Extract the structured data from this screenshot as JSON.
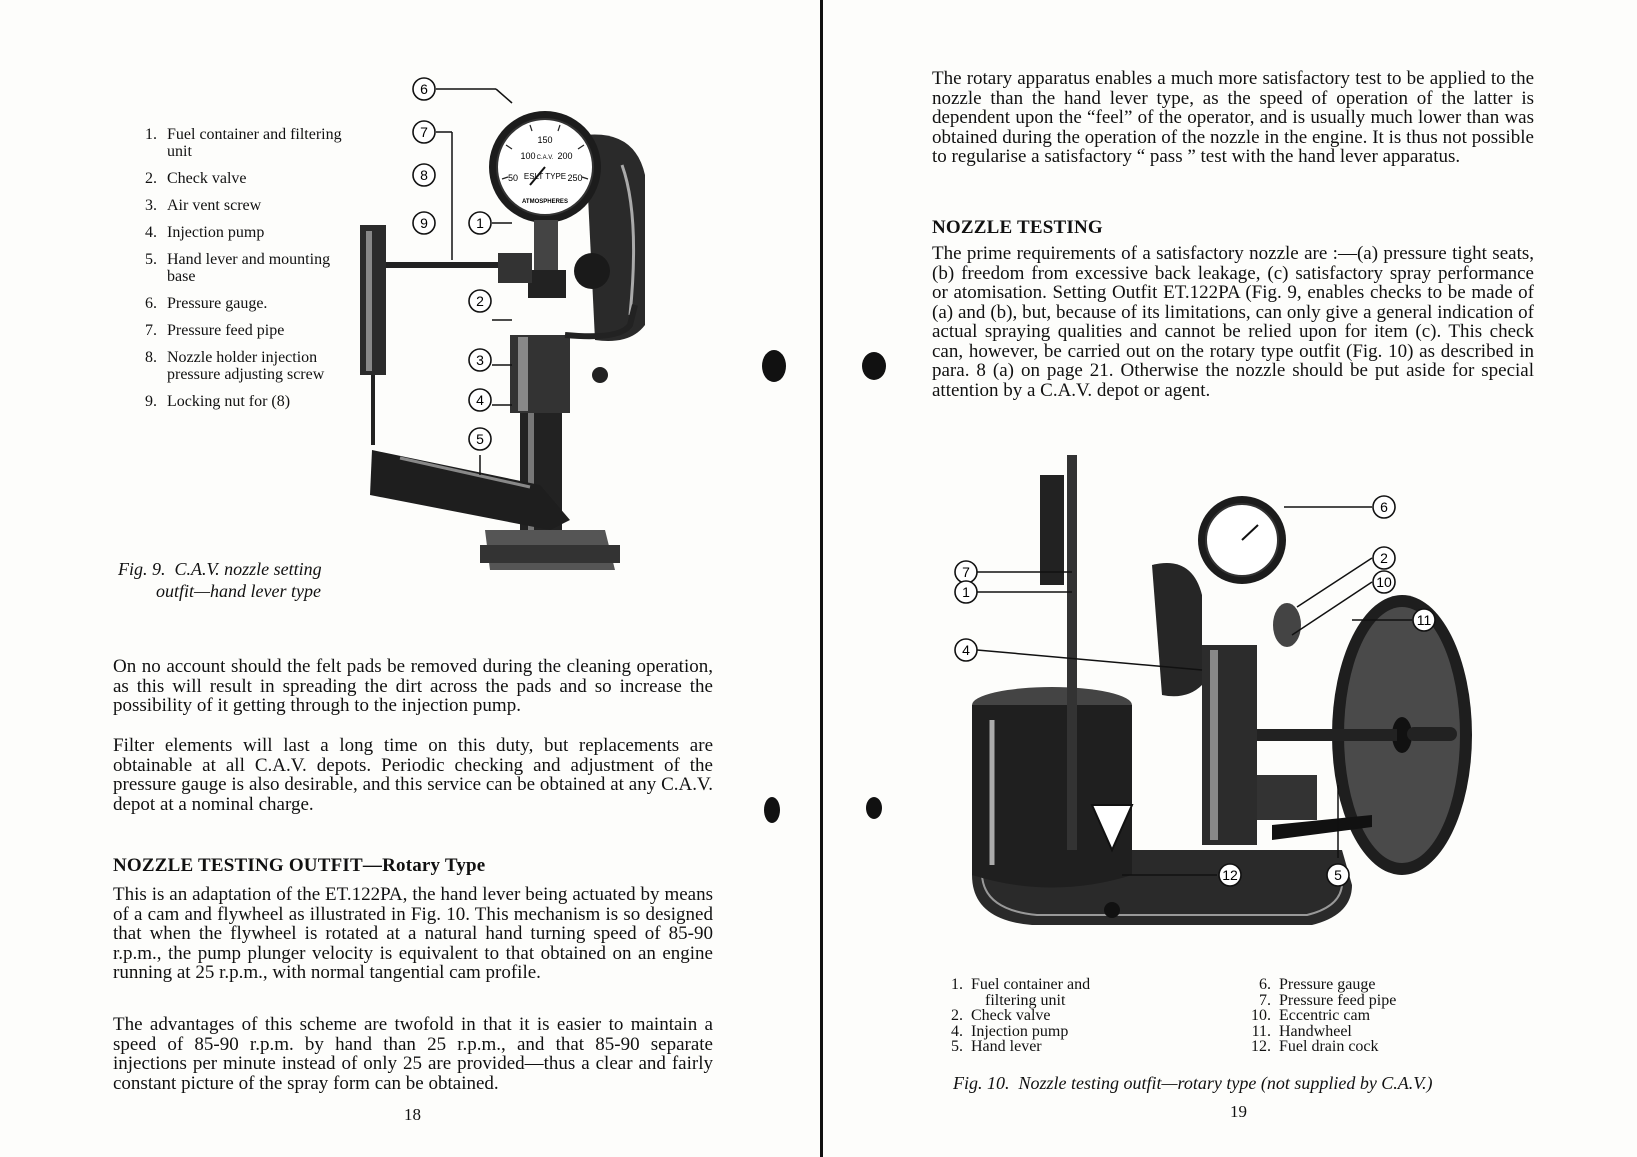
{
  "left_page": {
    "fig9_parts": [
      {
        "num": "1.",
        "label": "Fuel container and filtering unit"
      },
      {
        "num": "2.",
        "label": "Check valve"
      },
      {
        "num": "3.",
        "label": "Air vent screw"
      },
      {
        "num": "4.",
        "label": "Injection pump"
      },
      {
        "num": "5.",
        "label": "Hand lever and mounting base"
      },
      {
        "num": "6.",
        "label": "Pressure gauge."
      },
      {
        "num": "7.",
        "label": "Pressure feed pipe"
      },
      {
        "num": "8.",
        "label": "Nozzle holder injection pressure adjusting screw"
      },
      {
        "num": "9.",
        "label": "Locking nut for (8)"
      }
    ],
    "fig9_callouts": [
      "6",
      "7",
      "8",
      "9",
      "1",
      "2",
      "3",
      "4",
      "5"
    ],
    "gauge": {
      "ticks": [
        "100",
        "150",
        "200",
        "50",
        "250"
      ],
      "maker": "C.A.V.",
      "sub": "ESLT TYPE",
      "unit": "ATMOSPHERES"
    },
    "fig9_caption": {
      "label": "Fig. 9.",
      "line1": "C.A.V. nozzle setting",
      "line2": "outfit—hand lever type"
    },
    "para_felt": "On no account should the felt pads be removed during the cleaning operation, as this will result in spreading the dirt across the pads and so increase the possibility of it getting through to the injection pump.",
    "para_filter": "Filter elements will last a long time on this duty, but replacements are obtainable at all C.A.V. depots. Periodic checking and adjustment of the pressure gauge is also desirable, and this service can be obtained at any C.A.V. depot at a nominal charge.",
    "heading_rotary": {
      "main": "NOZZLE TESTING OUTFIT—",
      "sub": "Rotary Type"
    },
    "para_adaptation": "This is an adaptation of the ET.122PA, the hand lever being actuated by means of a cam and flywheel as illustrated in Fig. 10. This mechanism is so designed that when the flywheel is rotated at a natural hand turning speed of 85-90 r.p.m., the pump plunger velocity is equivalent to that obtained on an engine running at 25 r.p.m., with normal tangential cam profile.",
    "para_advantages": "The advantages of this scheme are twofold in that it is easier to maintain a speed of 85-90 r.p.m. by hand than 25 r.p.m., and that 85-90 separate injections per minute instead of only 25 are provided—thus a clear and fairly constant picture of the spray form can be obtained.",
    "page_number": "18"
  },
  "right_page": {
    "para_rotary": "The rotary apparatus enables a much more satisfactory test to be applied to the nozzle than the hand lever type, as the speed of operation of the latter is dependent upon the “feel” of the operator, and is usually much lower than was obtained during the operation of the nozzle in the engine. It is thus not possible to regularise a satisfactory “ pass ” test with the hand lever apparatus.",
    "heading_testing": "NOZZLE TESTING",
    "para_requirements": "The prime requirements of a satisfactory nozzle are :—(a) pressure tight seats, (b) freedom from excessive back leakage, (c) satisfactory spray performance or atomisation. Setting Outfit ET.122PA (Fig. 9, enables checks to be made of (a) and (b), but, because of its limitations, can only give a general indication of actual spraying qualities and cannot be relied upon for item (c). This check can, however, be carried out on the rotary type outfit (Fig. 10) as described in para. 8 (a) on page 21. Otherwise the nozzle should be put aside for special attention by a C.A.V. depot or agent.",
    "fig10_callouts": [
      "6",
      "2",
      "10",
      "11",
      "7",
      "1",
      "4",
      "12",
      "5"
    ],
    "fig10_parts_left": [
      {
        "num": "1.",
        "label": "Fuel container and"
      },
      {
        "num": "",
        "label": "filtering unit"
      },
      {
        "num": "2.",
        "label": "Check valve"
      },
      {
        "num": "4.",
        "label": "Injection pump"
      },
      {
        "num": "5.",
        "label": "Hand lever"
      }
    ],
    "fig10_parts_right": [
      {
        "num": "6.",
        "label": "Pressure gauge"
      },
      {
        "num": "7.",
        "label": "Pressure feed pipe"
      },
      {
        "num": "10.",
        "label": "Eccentric cam"
      },
      {
        "num": "11.",
        "label": "Handwheel"
      },
      {
        "num": "12.",
        "label": "Fuel drain cock"
      }
    ],
    "fig10_caption": {
      "label": "Fig. 10.",
      "text": "Nozzle testing outfit—rotary type (not supplied by C.A.V.)"
    },
    "page_number": "19"
  }
}
